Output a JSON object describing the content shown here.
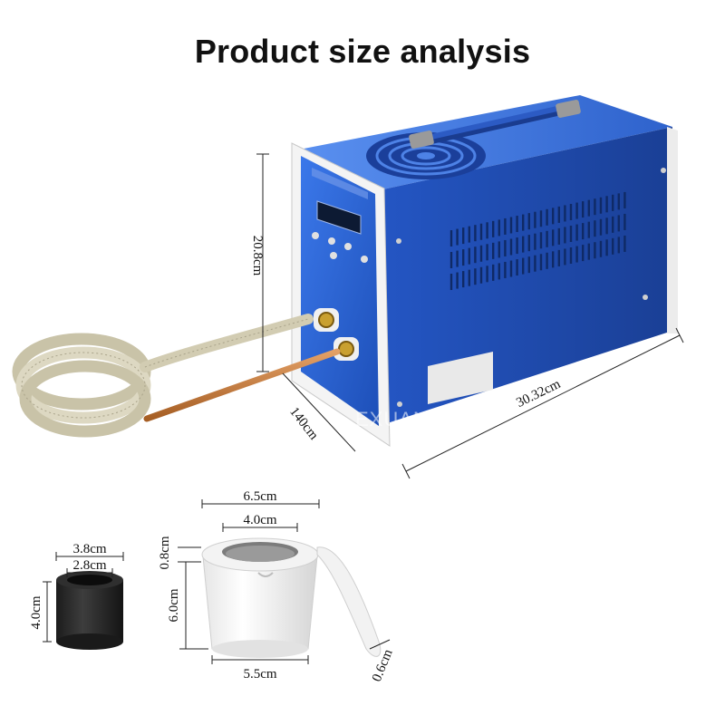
{
  "title": "Product size analysis",
  "watermark": "EXUAN",
  "colors": {
    "machine_blue": "#2a63d6",
    "machine_dark_blue": "#1c47a8",
    "panel_white": "#f2f2f2",
    "crucible_black": "#2b2b2b",
    "crucible_white": "#f7f7f7",
    "copper": "#c9803c"
  },
  "dimensions": {
    "machine_height": "20.8cm",
    "machine_depth": "140cm",
    "machine_length": "30.32cm",
    "white_crucible_top_outer": "6.5cm",
    "white_crucible_top_inner": "4.0cm",
    "white_crucible_rim": "0.8cm",
    "white_crucible_height": "6.0cm",
    "white_crucible_bottom": "5.5cm",
    "lid_thickness": "0.6cm",
    "black_crucible_outer": "3.8cm",
    "black_crucible_inner": "2.8cm",
    "black_crucible_height": "4.0cm"
  }
}
